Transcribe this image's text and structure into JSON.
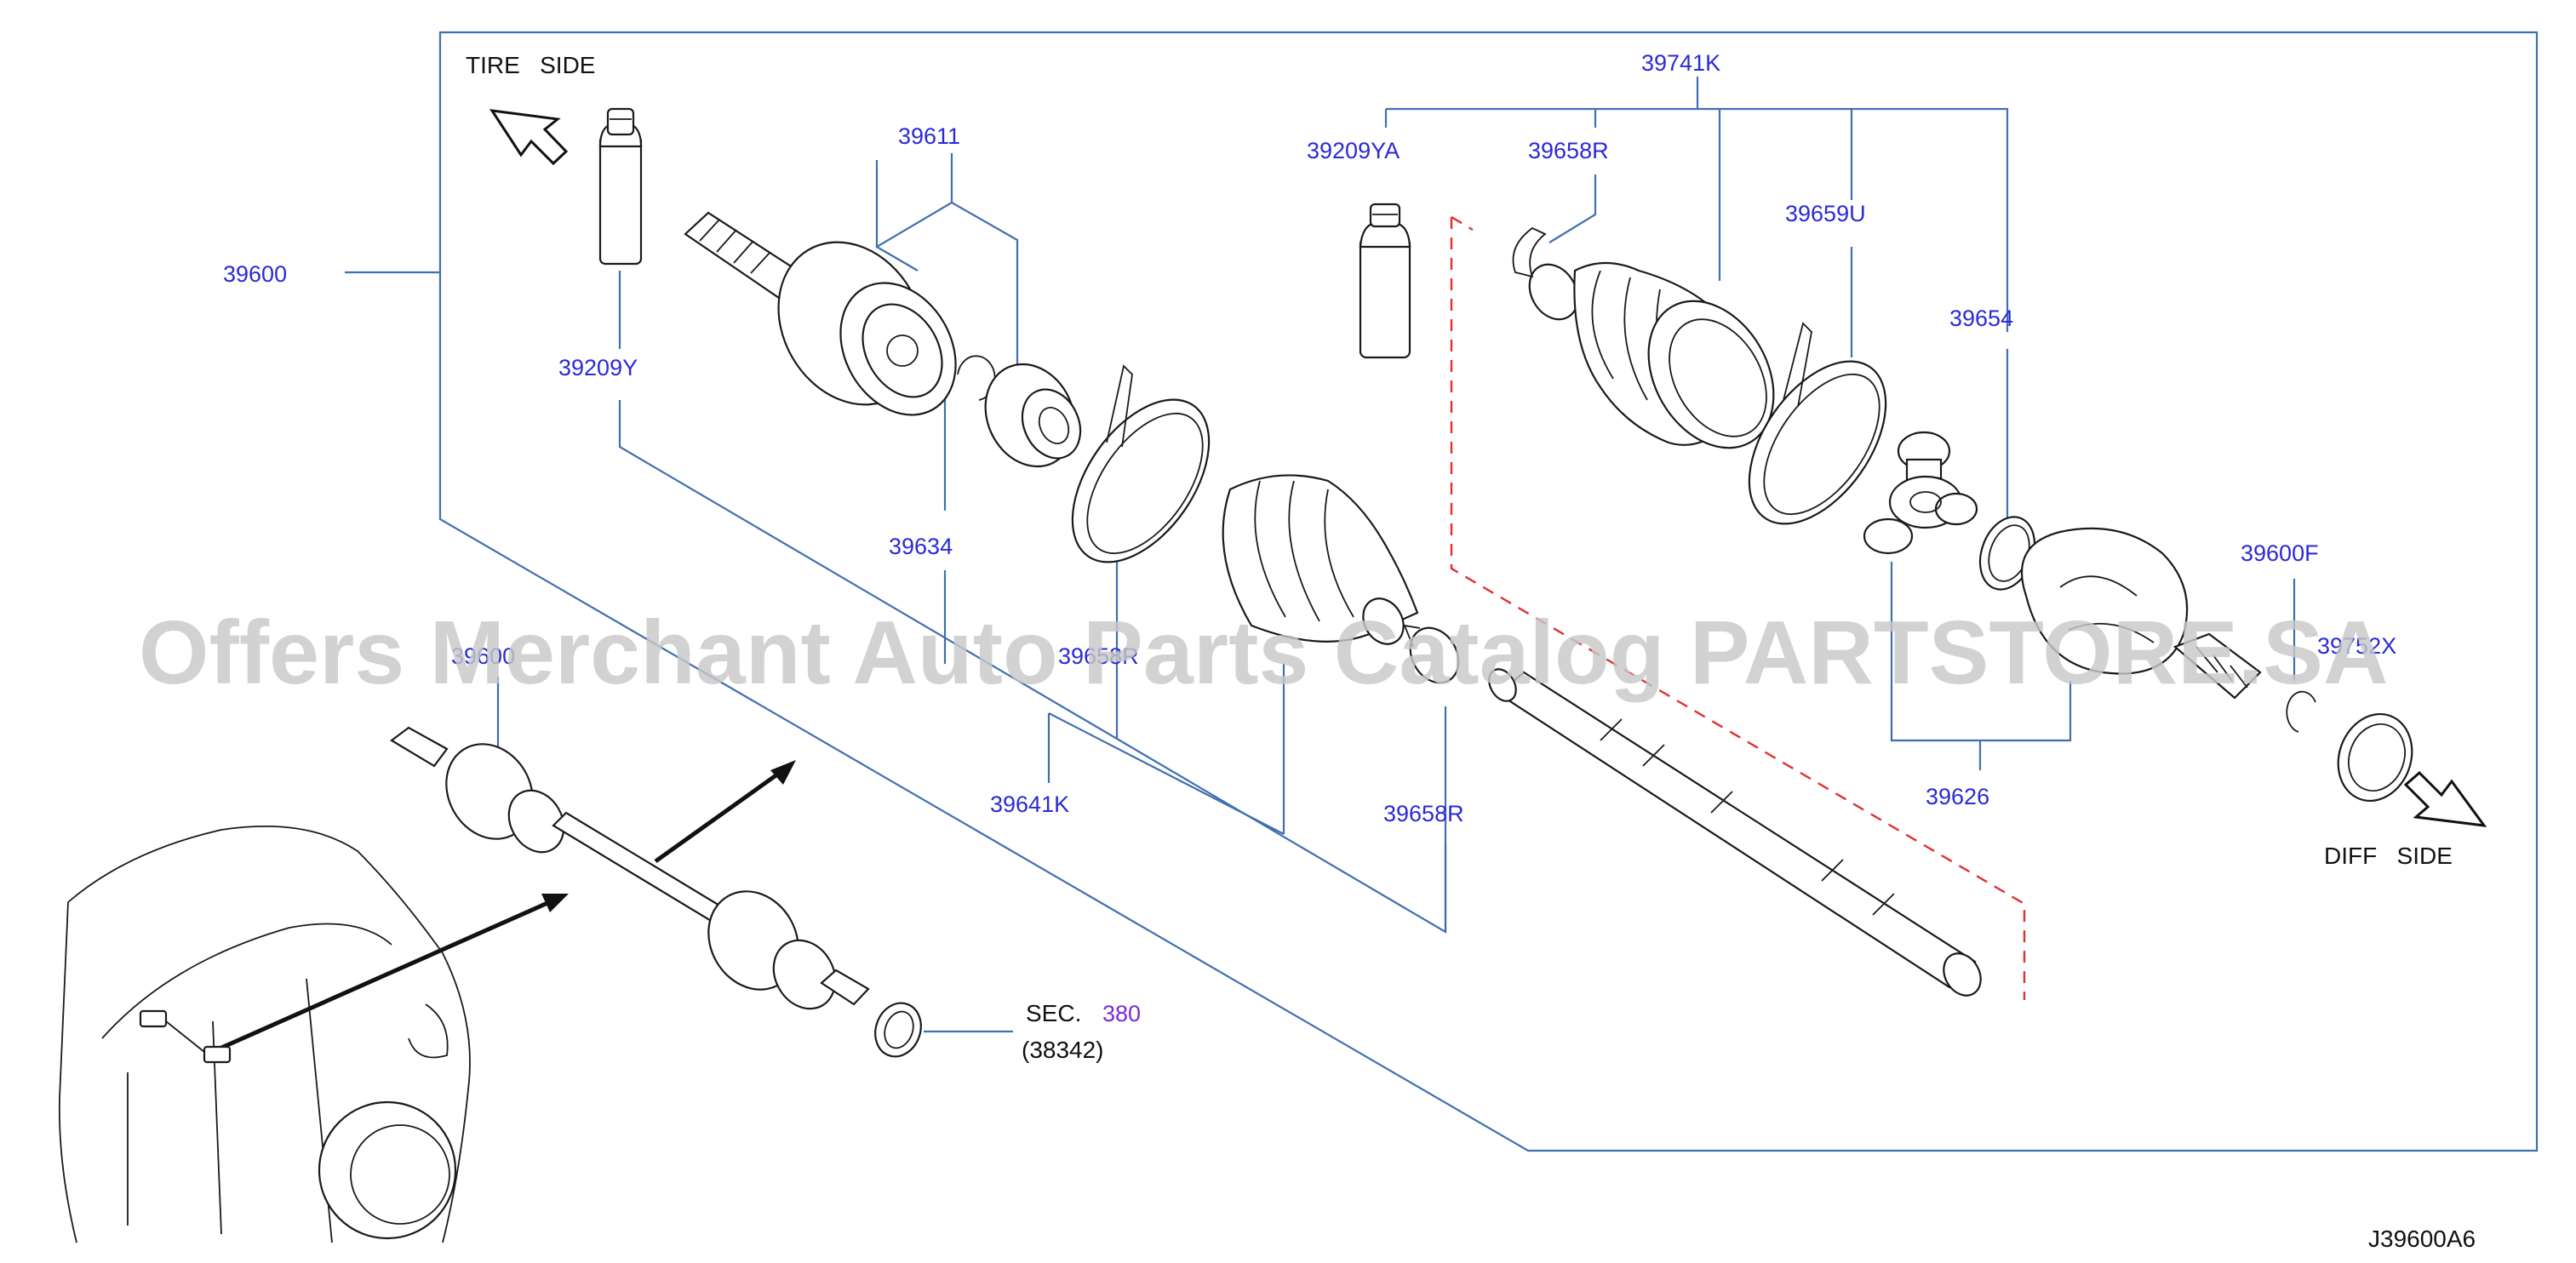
{
  "diagram": {
    "direction_labels": {
      "tire_side": "TIRE   SIDE",
      "diff_side": "DIFF   SIDE"
    },
    "part_numbers": {
      "assembly": "39600",
      "grease_tire": "39209Y",
      "outer_joint": "39611",
      "circlip_outer": "39634",
      "boot_band_big_outer": "39658R",
      "boot_kit_outer": "39641K",
      "boot_band_small_outer": "39658R",
      "grease_diff": "39209YA",
      "boot_band_diff": "39658R",
      "boot_kit_inner": "39741K",
      "boot_band_big_inner": "39659U",
      "snap_ring": "39654",
      "spider_assembly": "39626",
      "inner_housing": "39600F",
      "dust_seal": "39752X",
      "shaft_overview": "39600"
    },
    "section_ref": {
      "prefix": "SEC.",
      "number": "380",
      "sub": "(38342)"
    },
    "diagram_code": "J39600A6",
    "watermark": "Offers Merchant Auto Parts Catalog PARTSTORE.SA",
    "colors": {
      "part_number": "#2a2ad6",
      "section_number": "#7a2ad6",
      "leader_line": "#3f6fb0",
      "assembly_dashed": "#e03030",
      "watermark": "#c8c8c8"
    }
  }
}
